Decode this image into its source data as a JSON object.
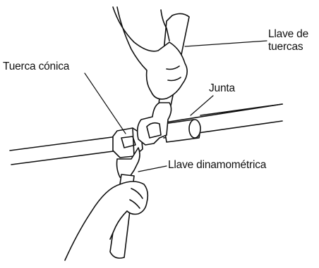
{
  "labels": {
    "cone_nut": "Tuerca cónica",
    "spanner_line1": "Llave de",
    "spanner_line2": "tuercas",
    "union": "Junta",
    "torque_wrench": "Llave dinamométrica"
  },
  "colors": {
    "stroke": "#111111",
    "fill": "#ffffff"
  }
}
